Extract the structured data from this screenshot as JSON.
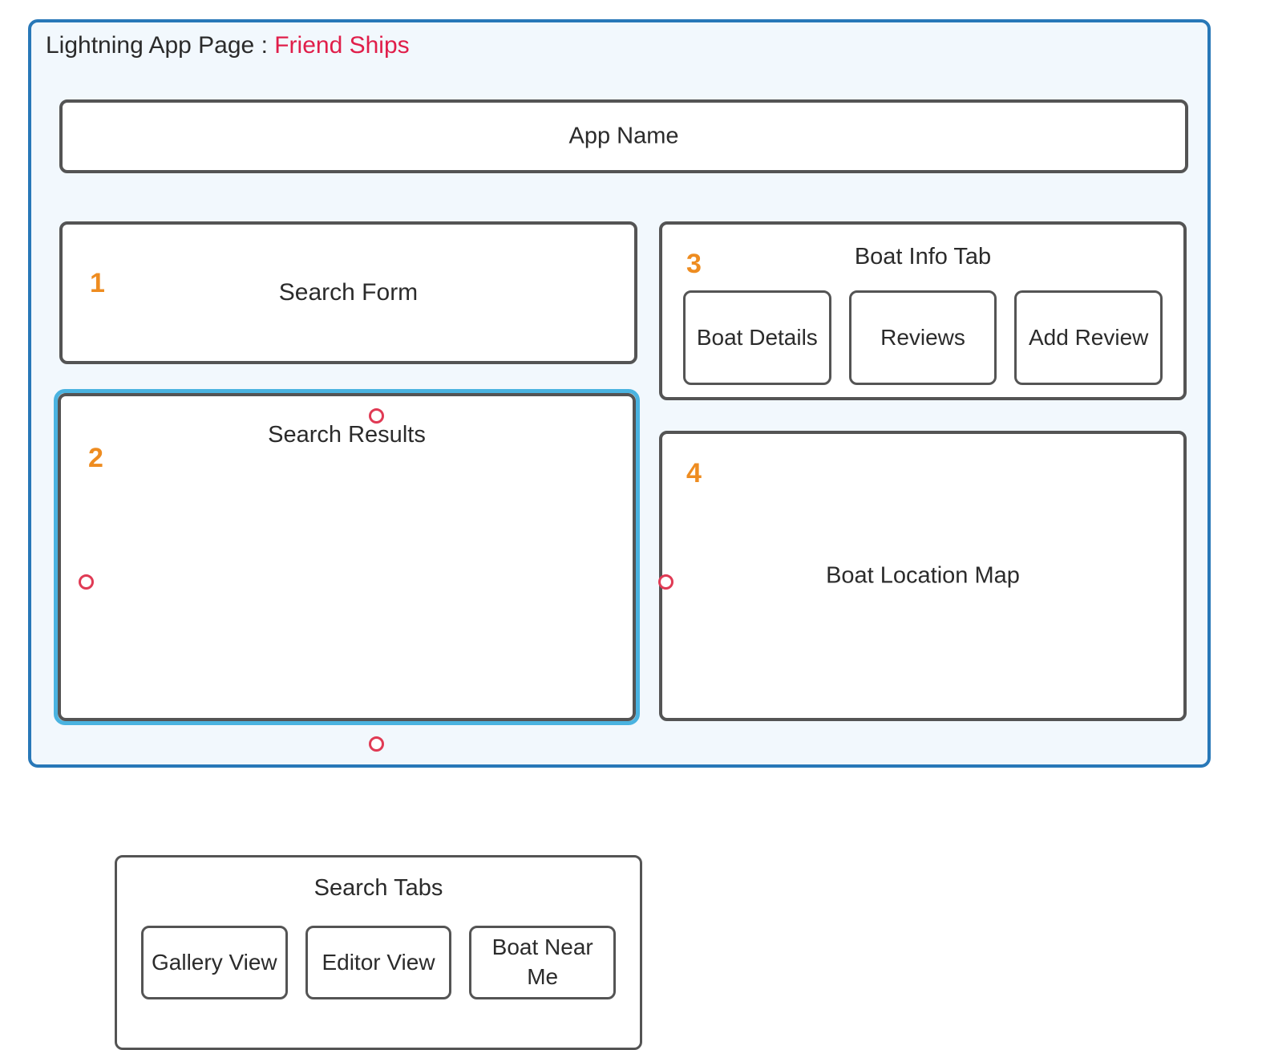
{
  "header": {
    "prefix": "Lightning App Page : ",
    "app_title": "Friend Ships",
    "accent_color": "#e01e4a"
  },
  "theme": {
    "frame_border": "#2878b8",
    "frame_background": "#f2f8fd",
    "box_border": "#545454",
    "step_number_color": "#ee8c20",
    "selection_outline": "#4ab3e0",
    "handle_border": "#e03a54",
    "handle_fill": "#ffffff"
  },
  "app_name_box": {
    "label": "App Name"
  },
  "search_form": {
    "step": "1",
    "title": "Search Form"
  },
  "search_results": {
    "step": "2",
    "title": "Search Results",
    "selected": true,
    "search_tabs": {
      "title": "Search Tabs",
      "buttons": [
        {
          "label": "Gallery View"
        },
        {
          "label": "Editor View"
        },
        {
          "label": "Boat Near Me"
        }
      ]
    },
    "handles": [
      {
        "name": "top"
      },
      {
        "name": "left"
      },
      {
        "name": "right"
      },
      {
        "name": "bottom"
      }
    ]
  },
  "boat_info_tab": {
    "step": "3",
    "title": "Boat Info Tab",
    "tabs": [
      {
        "label": "Boat Details"
      },
      {
        "label": "Reviews"
      },
      {
        "label": "Add Review"
      }
    ]
  },
  "boat_location_map": {
    "step": "4",
    "title": "Boat Location Map"
  }
}
